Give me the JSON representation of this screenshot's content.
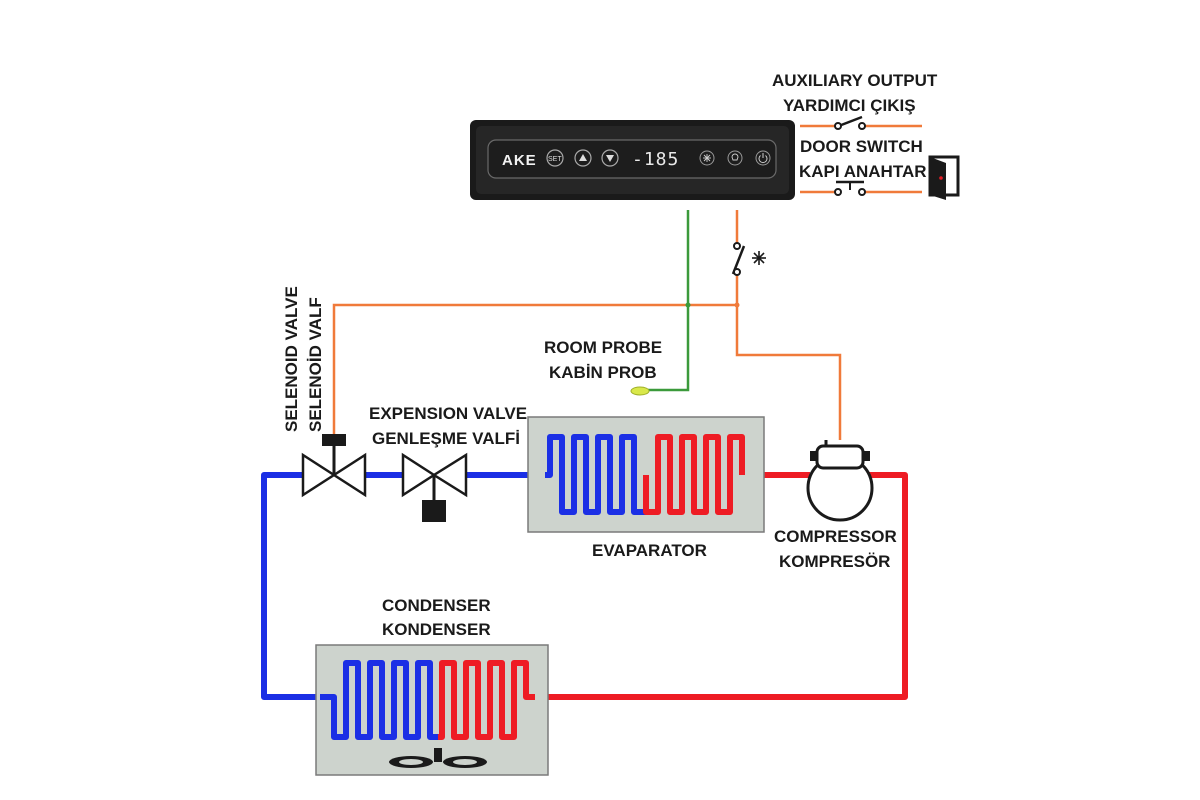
{
  "controller": {
    "brand": "AKE",
    "set_label": "SET",
    "display_value": "-185"
  },
  "labels": {
    "auxiliary_output_en": "AUXILIARY OUTPUT",
    "auxiliary_output_tr": "YARDIMCI ÇIKIŞ",
    "door_switch_en": "DOOR SWITCH",
    "door_switch_tr": "KAPI ANAHTAR",
    "selenoid_valve_en": "SELENOID VALVE",
    "selenoid_valve_tr": "SELENOİD VALF",
    "room_probe_en": "ROOM PROBE",
    "room_probe_tr": "KABİN PROB",
    "expension_valve_en": "EXPENSION VALVE",
    "expension_valve_tr": "GENLEŞME VALFİ",
    "evaporator": "EVAPARATOR",
    "compressor_en": "COMPRESSOR",
    "compressor_tr": "KOMPRESÖR",
    "condenser_en": "CONDENSER",
    "condenser_tr": "KONDENSER"
  },
  "colors": {
    "low_pressure": "#1b2fe5",
    "high_pressure": "#ee1c24",
    "power_wire": "#f07a3a",
    "probe_wire": "#3b9a3b",
    "component_box": "#cdd3cd"
  },
  "icons": {
    "compressor_relay": "snowflake-icon",
    "door": "door-icon",
    "fan": "fan-icon"
  }
}
